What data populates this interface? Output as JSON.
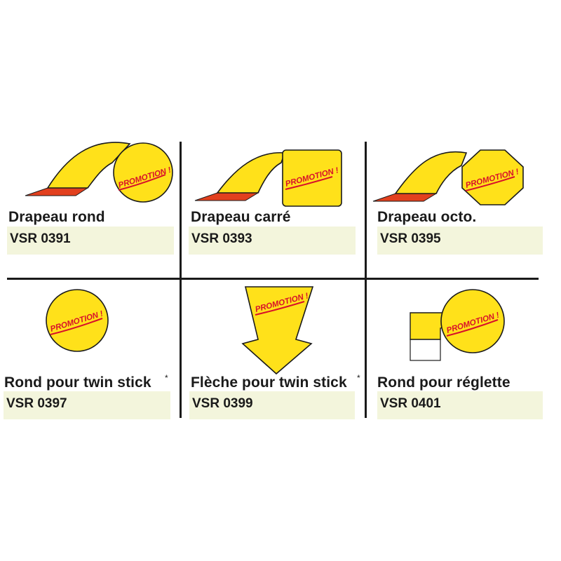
{
  "colors": {
    "sign_yellow": "#ffe11a",
    "outline": "#1a1a1a",
    "promo_red": "#d8102a",
    "stick_orange": "#e2401e",
    "code_bg": "#f3f5dc"
  },
  "promo_label": "PROMOTION !",
  "asterisk": "*",
  "products": [
    {
      "name": "Drapeau rond",
      "code": "VSR 0391",
      "icon": "round-flag-icon"
    },
    {
      "name": "Drapeau carré",
      "code": "VSR 0393",
      "icon": "square-flag-icon"
    },
    {
      "name": "Drapeau octo.",
      "code": "VSR 0395",
      "icon": "octagon-flag-icon"
    },
    {
      "name": "Rond pour twin stick",
      "code": "VSR 0397",
      "icon": "round-twin-stick-icon"
    },
    {
      "name": "Flèche pour twin stick",
      "code": "VSR 0399",
      "icon": "arrow-twin-stick-icon"
    },
    {
      "name": "Rond pour réglette",
      "code": "VSR 0401",
      "icon": "round-shelf-strip-icon"
    }
  ]
}
